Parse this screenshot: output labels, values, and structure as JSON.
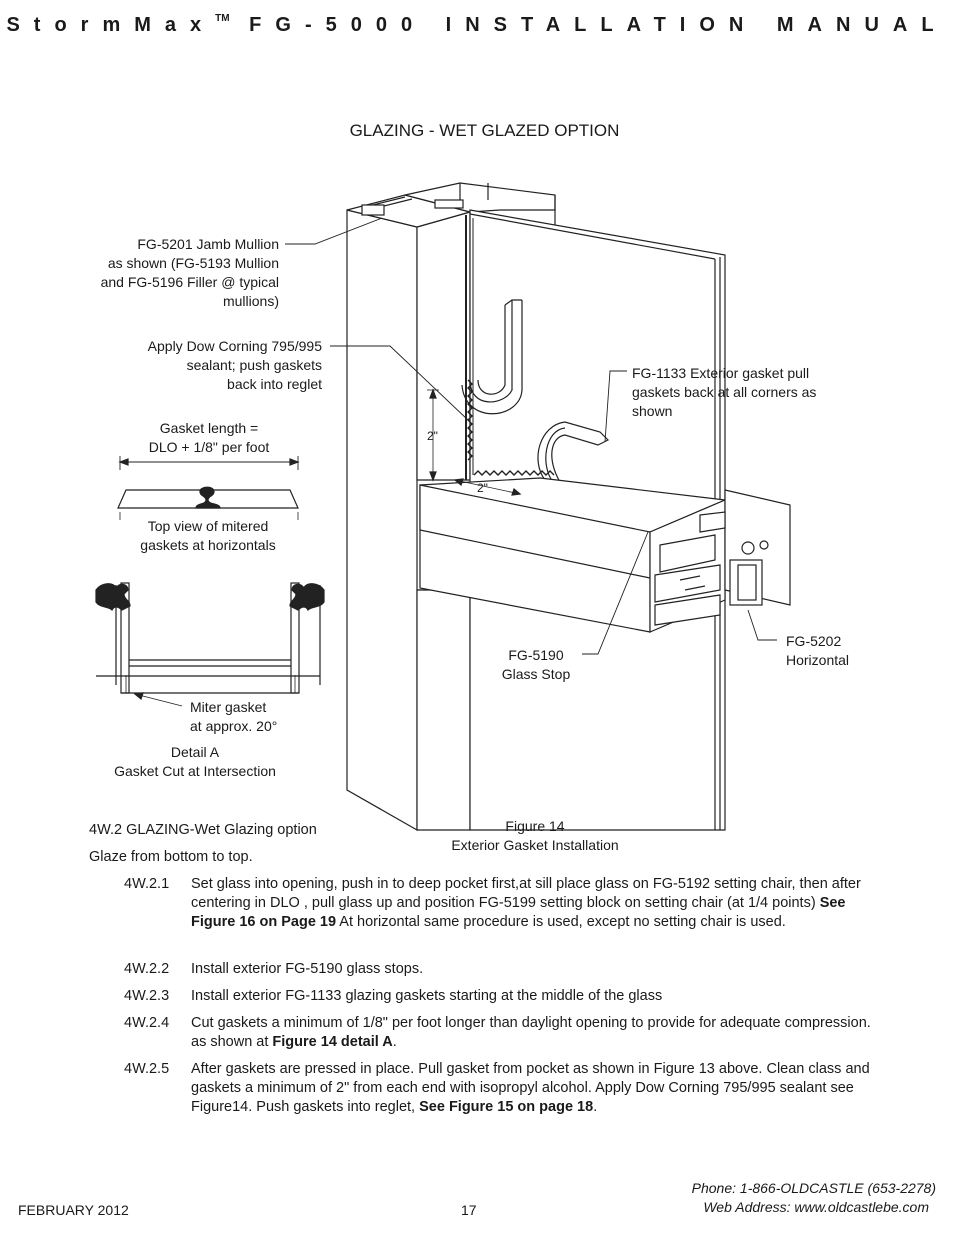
{
  "header": {
    "brand": "StormMax",
    "tm": "TM",
    "title_rest": "FG-5000 INSTALLATION MANUAL"
  },
  "figure": {
    "title": "GLAZING - WET GLAZED OPTION",
    "labels": {
      "jamb_mullion": [
        "FG-5201 Jamb Mullion",
        "as shown (FG-5193 Mullion",
        "and FG-5196 Filler @ typical",
        "mullions)"
      ],
      "sealant": [
        "Apply Dow Corning 795/995",
        "sealant; push gaskets",
        "back into reglet"
      ],
      "gasket_length": [
        "Gasket length =",
        "DLO + 1/8\" per foot"
      ],
      "top_view": [
        "Top view of mitered",
        "gaskets at horizontals"
      ],
      "exterior_gasket": [
        "FG-1133 Exterior gasket pull",
        "gaskets back at all corners as",
        "shown"
      ],
      "dim_vertical": "2\"",
      "dim_horizontal": "2\"",
      "glass_stop": [
        "FG-5190",
        "Glass Stop"
      ],
      "horizontal": [
        "FG-5202",
        "Horizontal"
      ],
      "miter_gasket": [
        "Miter gasket",
        "at approx. 20°"
      ],
      "detail": [
        "Detail A",
        "Gasket Cut at Intersection"
      ],
      "caption": [
        "Figure 14",
        "Exterior Gasket Installation"
      ]
    }
  },
  "section": {
    "heading": "4W.2  GLAZING-Wet Glazing option",
    "intro": "Glaze from bottom to top.",
    "steps": [
      {
        "num": "4W.2.1",
        "text": "Set glass into opening, push in to deep pocket first,at sill place glass on FG-5192 setting chair, then after centering in DLO , pull glass up and position FG-5199 setting block on setting chair (at 1/4 points)",
        "bold": "See Figure 16 on Page 19",
        "tail": " At horizontal same procedure is used, except no setting chair is used."
      },
      {
        "num": "4W.2.2",
        "text": "Install exterior FG-5190 glass stops."
      },
      {
        "num": "4W.2.3",
        "text": "Install exterior FG-1133 glazing gaskets  starting at the middle of the glass"
      },
      {
        "num": "4W.2.4",
        "text": "Cut gaskets a minimum of 1/8\" per foot longer than daylight opening to provide for adequate compression. as shown at ",
        "bold": "Figure 14 detail A",
        "tail": "."
      },
      {
        "num": "4W.2.5",
        "text": "After gaskets are pressed in place. Pull gasket from pocket as shown in Figure 13  above. Clean class and gaskets a minimum of 2\" from each end with isopropyl alcohol. Apply Dow Corning 795/995 sealant see Figure14. Push gaskets into reglet, ",
        "bold": "See Figure 15 on page 18",
        "tail": "."
      }
    ]
  },
  "footer": {
    "date": "FEBRUARY 2012",
    "page": "17",
    "phone": "Phone: 1-866-OLDCASTLE (653-2278)",
    "web": "Web Address: www.oldcastlebe.com"
  }
}
